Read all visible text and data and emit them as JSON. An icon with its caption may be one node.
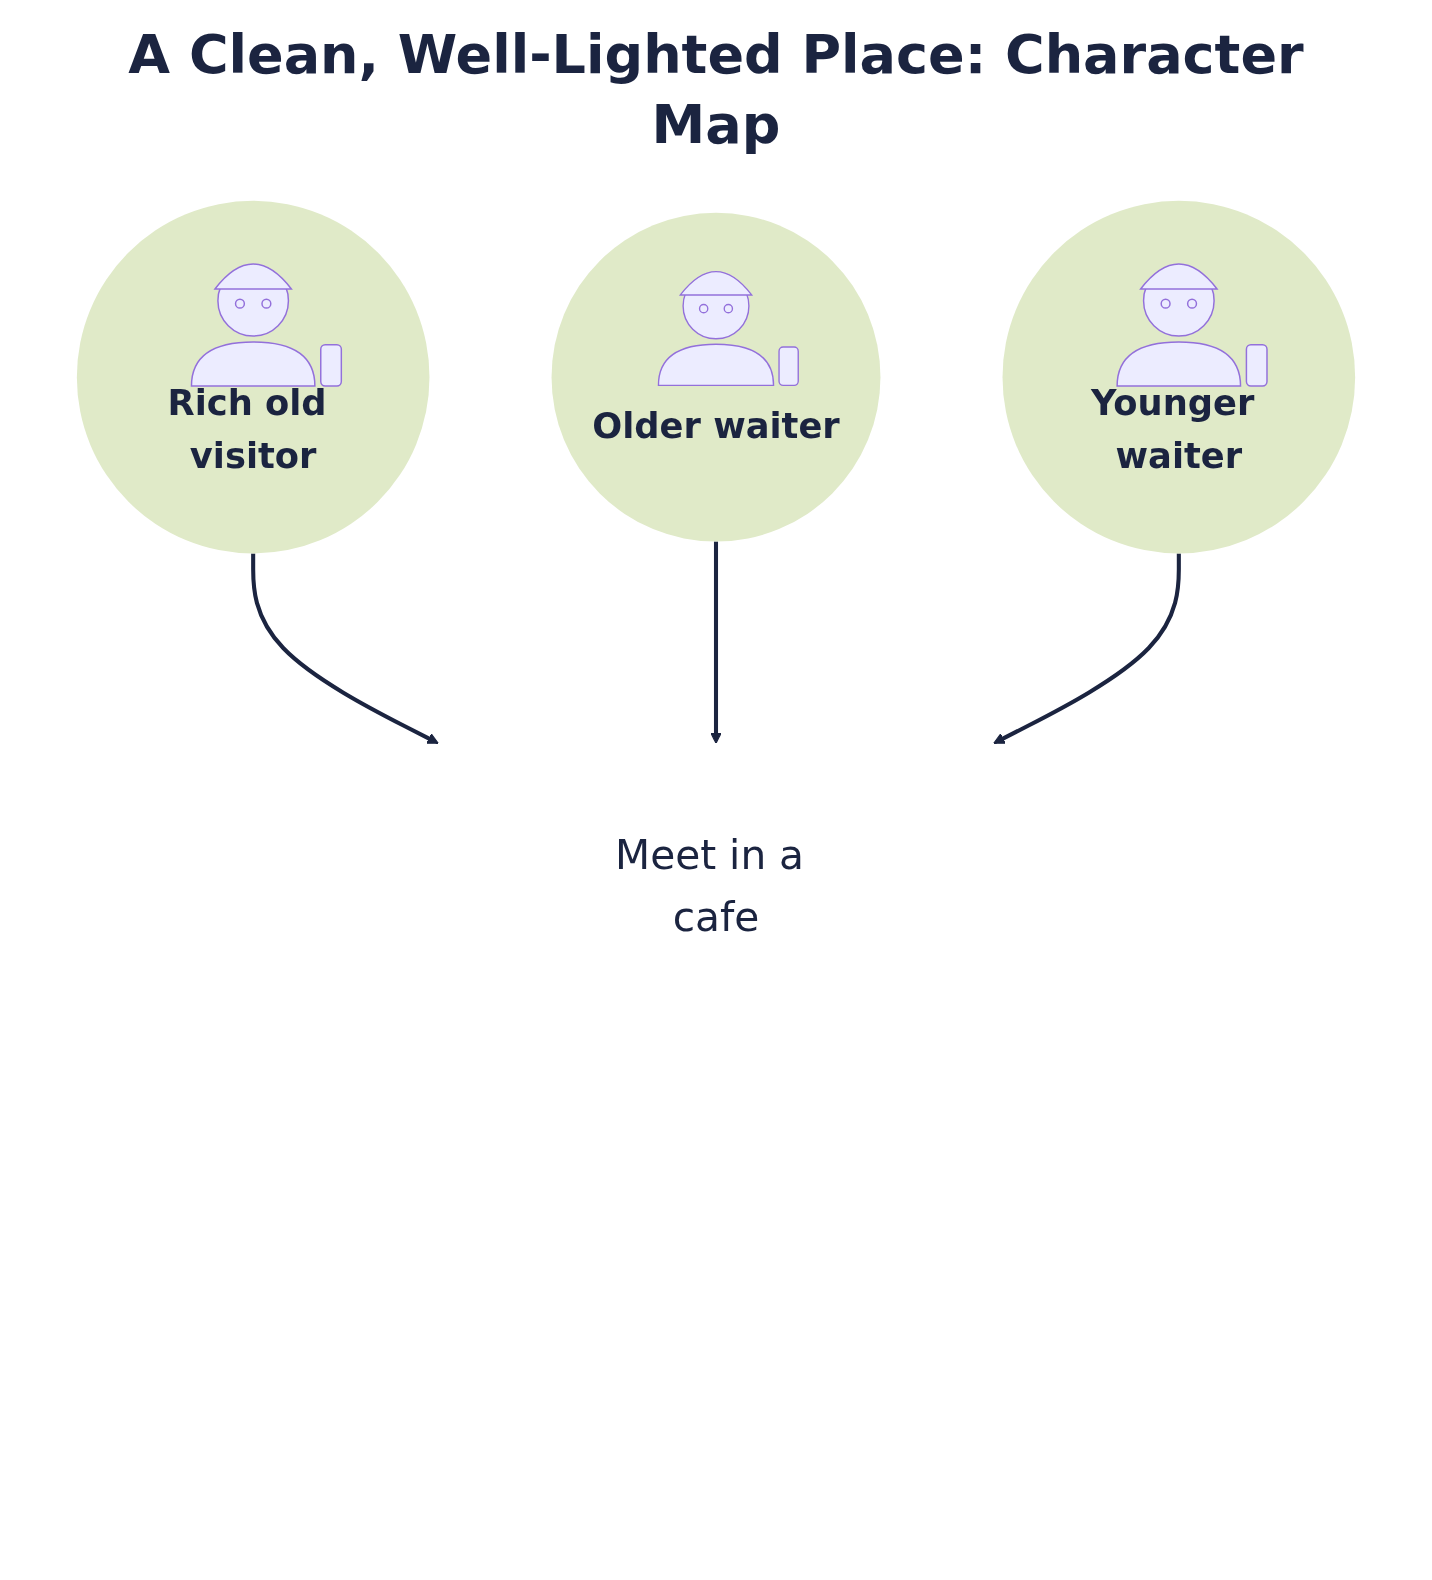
{
  "diagram": {
    "title": "A Clean, Well-Lighted Place: Character Map",
    "nodes": [
      {
        "text": [
          "Rich old visitor"
        ]
      },
      {
        "text": [
          "Meet in a cafe"
        ]
      },
      {
        "text": [
          "Older waiter"
        ]
      },
      {
        "text": [
          "Younger waiter"
        ]
      }
    ],
    "edges": [
      {
        "from": 0,
        "to": 1,
        "arrow": "to"
      },
      {
        "from": 2,
        "to": 1,
        "arrow": "to"
      },
      {
        "from": 3,
        "to": 1,
        "arrow": "to"
      }
    ]
  }
}
